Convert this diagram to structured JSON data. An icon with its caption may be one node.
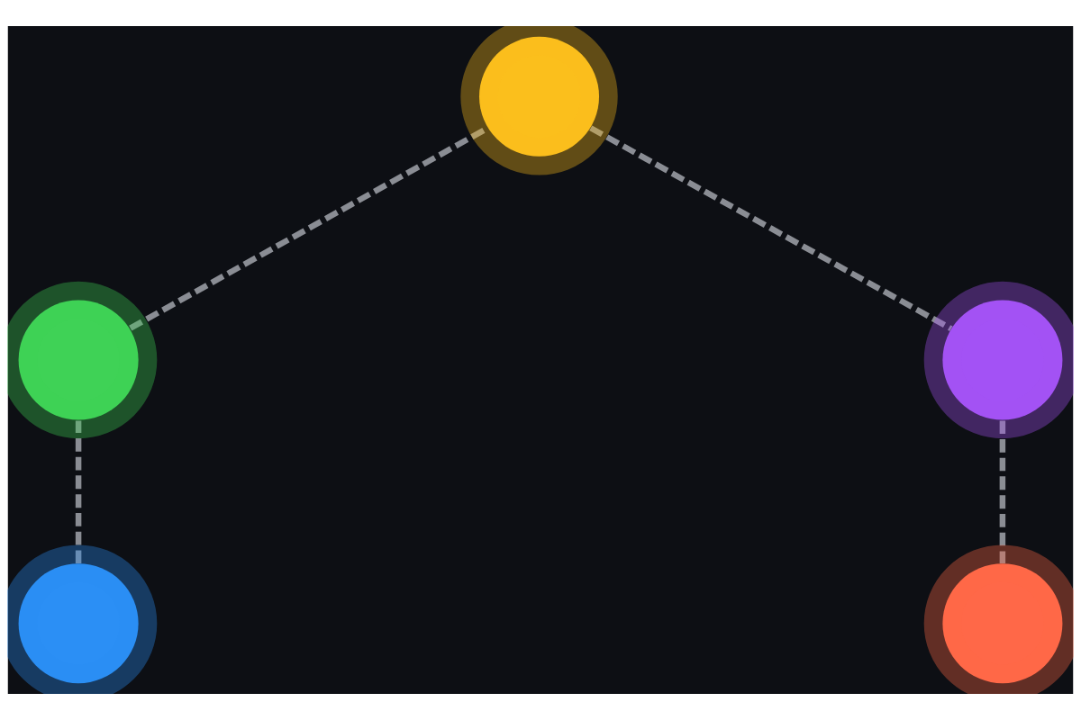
{
  "diagram": {
    "nodes": [
      {
        "text": [],
        "shape": "circle"
      },
      {
        "text": [],
        "shape": "circle"
      },
      {
        "text": [],
        "shape": "circle"
      },
      {
        "text": [],
        "shape": "circle"
      },
      {
        "text": [],
        "shape": "circle"
      }
    ],
    "edges": [
      {
        "from": 0,
        "to": 1,
        "arrow": "none",
        "style": "dashed"
      },
      {
        "from": 1,
        "to": 2,
        "arrow": "none",
        "style": "dashed"
      },
      {
        "from": 2,
        "to": 3,
        "arrow": "none",
        "style": "dashed"
      },
      {
        "from": 3,
        "to": 4,
        "arrow": "none",
        "style": "dashed"
      }
    ]
  }
}
